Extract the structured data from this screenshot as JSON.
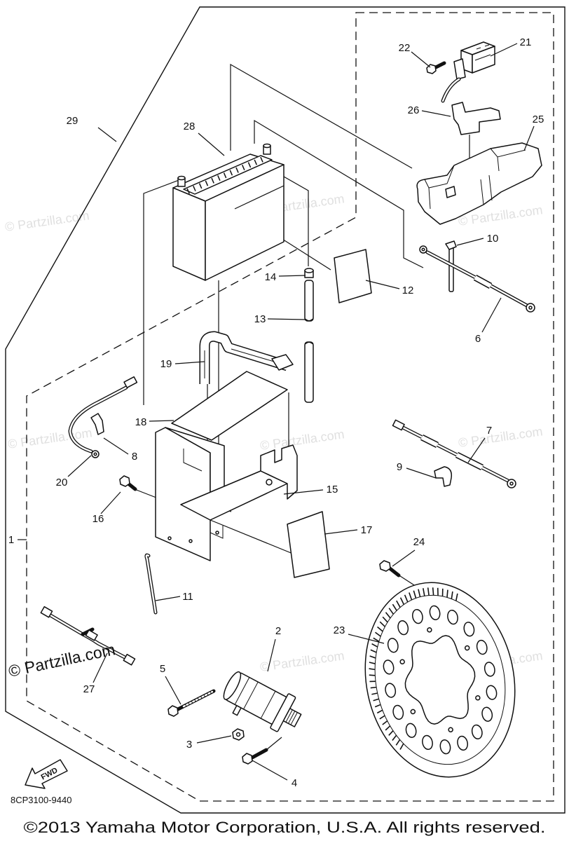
{
  "callouts": [
    "1",
    "2",
    "3",
    "4",
    "5",
    "6",
    "7",
    "8",
    "9",
    "10",
    "11",
    "12",
    "13",
    "14",
    "15",
    "16",
    "17",
    "18",
    "19",
    "20",
    "21",
    "22",
    "23",
    "24",
    "25",
    "26",
    "27",
    "28",
    "29"
  ],
  "diagram_code": "8CP3100-9440",
  "fwd_label": "FWD",
  "watermark": "© Partzilla.com",
  "copyright": "©2013 Yamaha Motor Corporation, U.S.A. All rights reserved.",
  "colors": {
    "ink": "#111111",
    "watermark": "#e0e0e0",
    "background": "#ffffff"
  }
}
